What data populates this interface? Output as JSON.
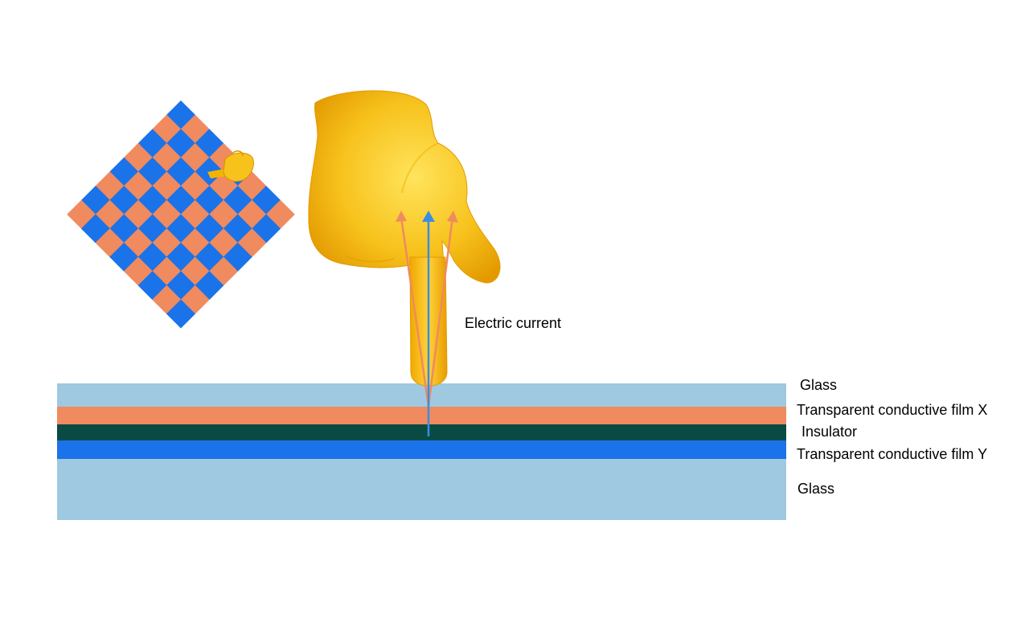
{
  "diagram": {
    "labels": {
      "electric_current": "Electric current",
      "glass_top": "Glass",
      "film_x": "Transparent conductive film X",
      "insulator": "Insulator",
      "film_y": "Transparent conductive film Y",
      "glass_bottom": "Glass"
    },
    "layers": [
      {
        "name": "Glass",
        "color": "#9ec9e0"
      },
      {
        "name": "Transparent conductive film X",
        "color": "#f08a5f"
      },
      {
        "name": "Insulator",
        "color": "#0a4a44"
      },
      {
        "name": "Transparent conductive film Y",
        "color": "#1a73e8"
      },
      {
        "name": "Glass",
        "color": "#9ec9e0"
      }
    ],
    "checkerboard": {
      "color_a": "#f08a5f",
      "color_b": "#1a73e8",
      "grid": 8
    },
    "icons": [
      "pointing-finger-icon",
      "small-pointing-hand-icon"
    ],
    "arrow_colors": {
      "center": "#3a8ee0",
      "side": "#f08a5f"
    }
  }
}
